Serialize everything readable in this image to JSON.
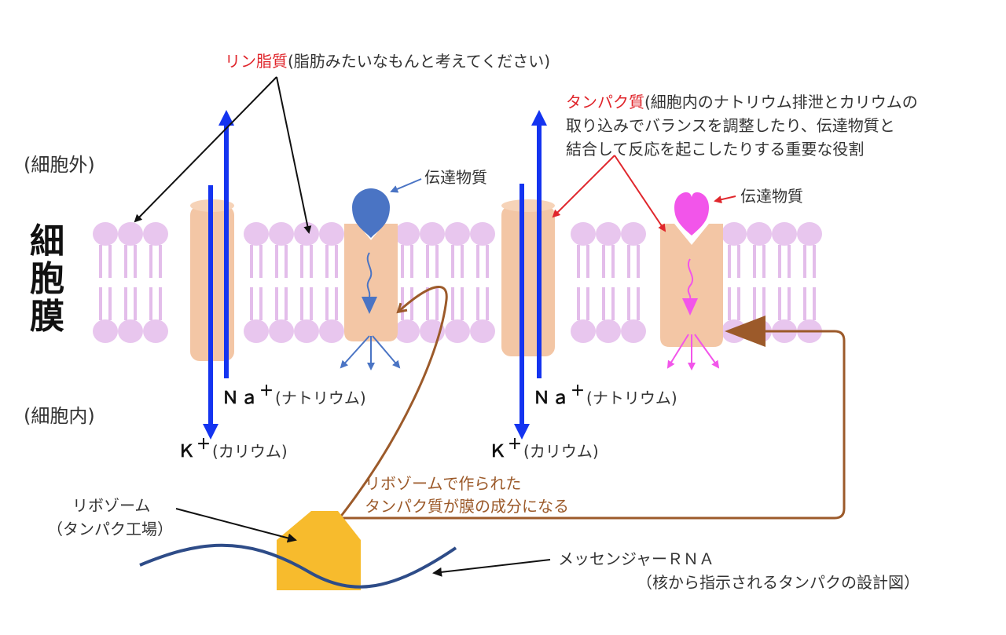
{
  "labels": {
    "extracellular": "(細胞外)",
    "intracellular": "(細胞内)",
    "membrane": [
      "細",
      "胞",
      "膜"
    ],
    "phospholipid_term": "リン脂質",
    "phospholipid_note": "(脂肪みたいなもんと考えてください)",
    "protein_term": "タンパク質",
    "protein_note_line1": "(細胞内のナトリウム排泄とカリウムの",
    "protein_note_line2": "取り込みでバランスを調整したり、伝達物質と",
    "protein_note_line3": "結合して反応を起こしたりする重要な役割",
    "transmitter_left": "伝達物質",
    "transmitter_right": "伝達物質",
    "na_left": "Ｎａ",
    "na_left_plus": "＋",
    "na_left_name": "(ナトリウム)",
    "na_right": "Ｎａ",
    "na_right_plus": "＋",
    "na_right_name": "(ナトリウム)",
    "k_left": "Ｋ",
    "k_left_plus": "＋",
    "k_left_name": "(カリウム)",
    "k_right": "Ｋ",
    "k_right_plus": "＋",
    "k_right_name": "(カリウム)",
    "ribosome_made_line1": "リボゾームで作られた",
    "ribosome_made_line2": "タンパク質が膜の成分になる",
    "ribosome_line1": "リボゾーム",
    "ribosome_line2": "（タンパク工場）",
    "mrna_line1": "メッセンジャーＲＮＡ",
    "mrna_line2": "（核から指示されるタンパクの設計図）"
  },
  "colors": {
    "lipid_head": "#e8c6ee",
    "lipid_tail": "#e3bdea",
    "protein": "#f3c6a5",
    "ion_arrow": "#1434f0",
    "transmitter_blue": "#4a74c4",
    "transmitter_pink": "#f255ea",
    "brown": "#9c5a2a",
    "ribosome": "#f7bb2d",
    "mrna": "#2e4c88",
    "red": "#e0262c"
  }
}
